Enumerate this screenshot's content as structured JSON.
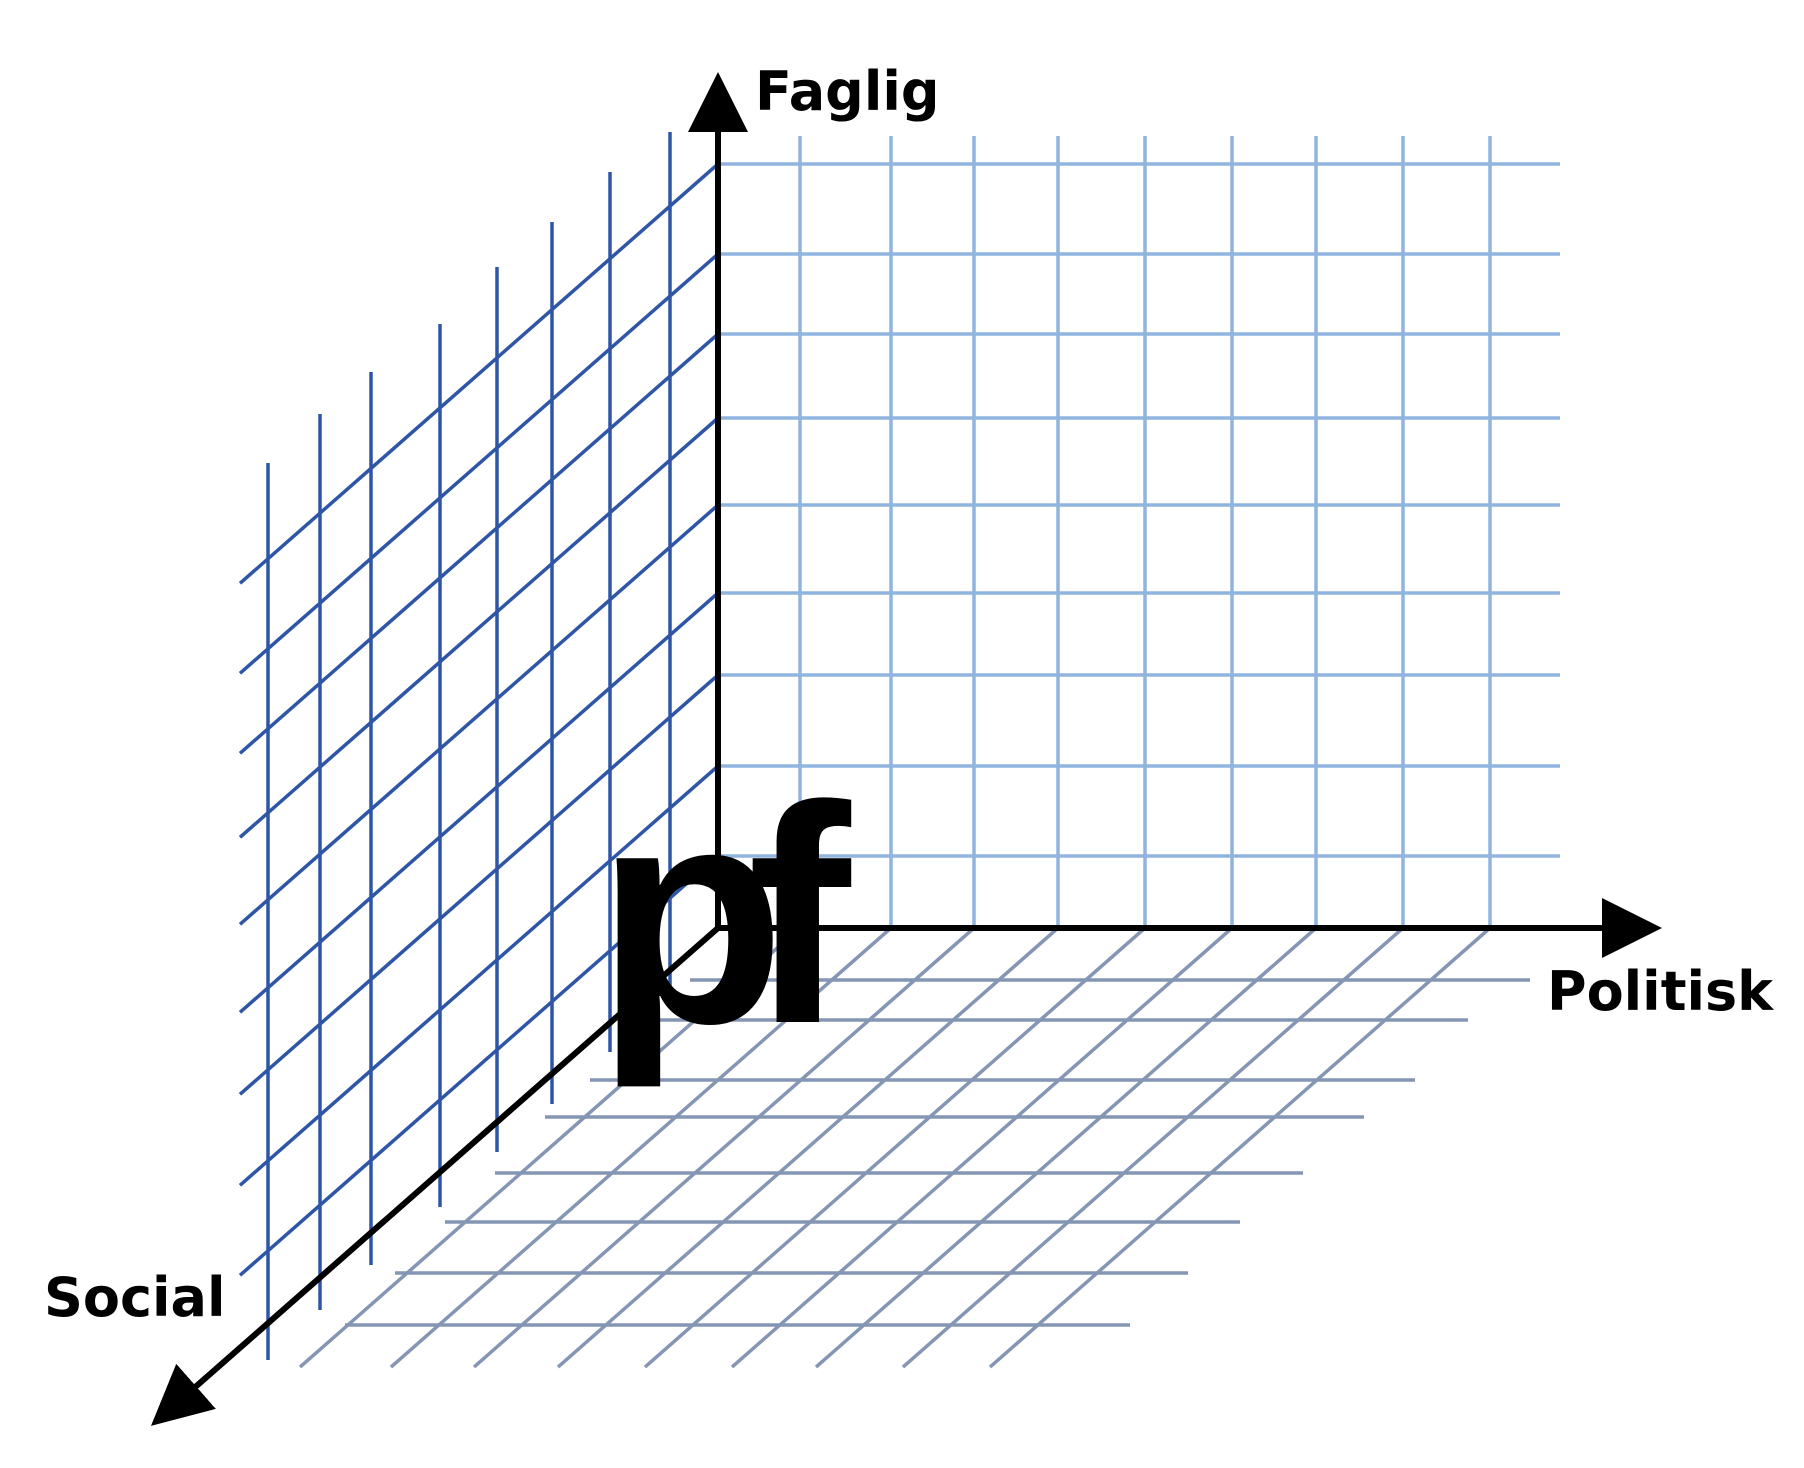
{
  "axes": {
    "vertical": "Faglig",
    "horizontal": "Politisk",
    "depth": "Social"
  },
  "logo": "pf",
  "colors": {
    "back_wall_grid": "#8fb4de",
    "side_wall_grid": "#2f56a6",
    "floor_grid": "#8496b4",
    "axis": "#000000"
  }
}
